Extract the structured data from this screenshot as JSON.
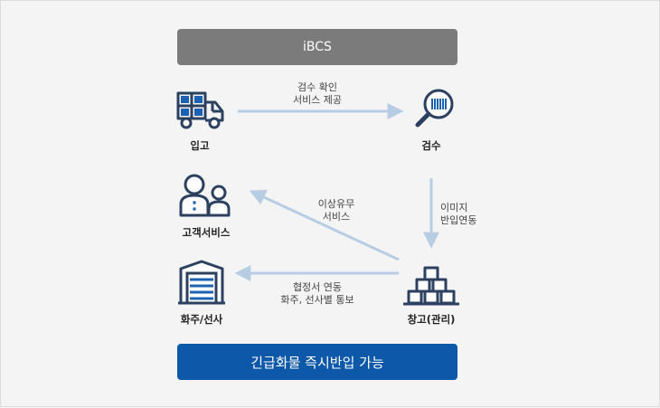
{
  "header": {
    "title": "iBCS"
  },
  "footer": {
    "title": "긴급화물 즉시반입 가능"
  },
  "nodes": {
    "inbound": "입고",
    "inspection": "검수",
    "customer_service": "고객서비스",
    "warehouse_mgmt": "창고(관리)",
    "shipper": "화주/선사"
  },
  "edges": {
    "inbound_to_inspection": [
      "검수 확인",
      "서비스 제공"
    ],
    "inspection_to_warehouse": [
      "이미지",
      "반입연동"
    ],
    "warehouse_to_customer": [
      "이상유무",
      "서비스"
    ],
    "warehouse_to_shipper": [
      "협정서 연동",
      "화주, 선사별 통보"
    ]
  },
  "colors": {
    "icon": "#2c4060",
    "icon_accent": "#1c62b3",
    "arrow": "#b7cde4",
    "header_bg": "#7b7b7b",
    "footer_bg": "#0d58a8"
  },
  "icons": {
    "inbound": "truck-icon",
    "inspection": "barcode-magnifier-icon",
    "customer_service": "people-icon",
    "warehouse_mgmt": "stacked-boxes-icon",
    "shipper": "warehouse-door-icon"
  }
}
